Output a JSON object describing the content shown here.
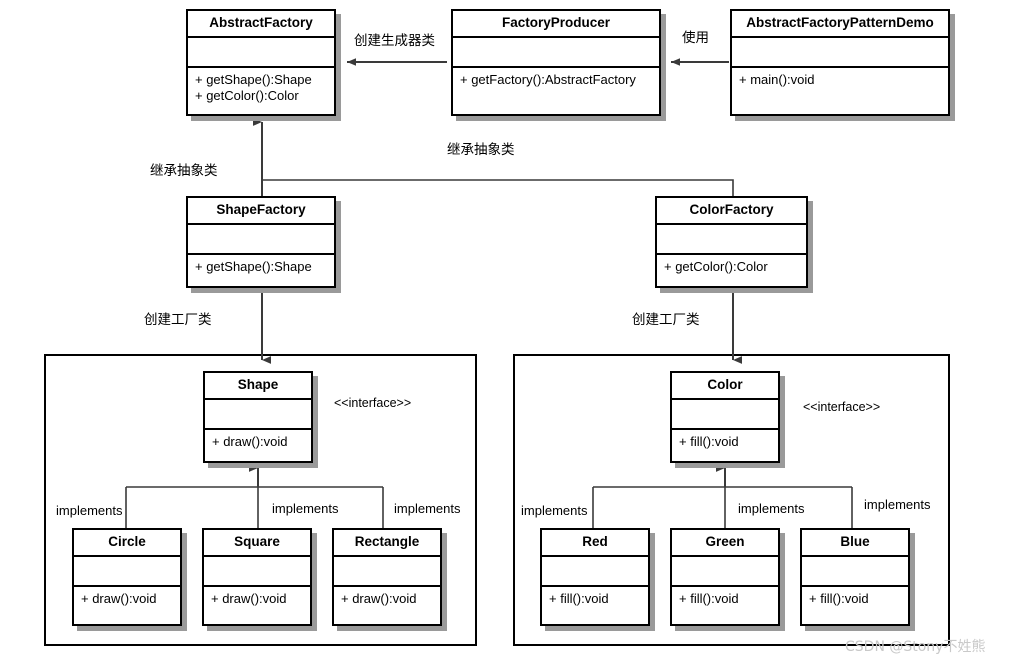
{
  "diagram": {
    "title": "Abstract Factory Pattern UML Class Diagram",
    "colors": {
      "line": "#3a3a3a",
      "box_border": "#000000",
      "shadow": "#9a9a9a",
      "background": "#ffffff",
      "watermark": "#c9c9c9"
    }
  },
  "classes": {
    "abstract_factory": {
      "name": "AbstractFactory",
      "attributes": [],
      "operations": [
        "+ getShape():Shape",
        "+ getColor():Color"
      ]
    },
    "factory_producer": {
      "name": "FactoryProducer",
      "attributes": [],
      "operations": [
        "+ getFactory():AbstractFactory"
      ]
    },
    "demo": {
      "name": "AbstractFactoryPatternDemo",
      "attributes": [],
      "operations": [
        "+ main():void"
      ]
    },
    "shape_factory": {
      "name": "ShapeFactory",
      "attributes": [],
      "operations": [
        "+ getShape():Shape"
      ]
    },
    "color_factory": {
      "name": "ColorFactory",
      "attributes": [],
      "operations": [
        "+ getColor():Color"
      ]
    },
    "shape": {
      "name": "Shape",
      "attributes": [],
      "operations": [
        "+ draw():void"
      ],
      "stereotype": "<<interface>>"
    },
    "color": {
      "name": "Color",
      "attributes": [],
      "operations": [
        "+ fill():void"
      ],
      "stereotype": "<<interface>>"
    },
    "circle": {
      "name": "Circle",
      "attributes": [],
      "operations": [
        "+ draw():void"
      ]
    },
    "square": {
      "name": "Square",
      "attributes": [],
      "operations": [
        "+ draw():void"
      ]
    },
    "rectangle": {
      "name": "Rectangle",
      "attributes": [],
      "operations": [
        "+ draw():void"
      ]
    },
    "red": {
      "name": "Red",
      "attributes": [],
      "operations": [
        "+ fill():void"
      ]
    },
    "green": {
      "name": "Green",
      "attributes": [],
      "operations": [
        "+ fill():void"
      ]
    },
    "blue": {
      "name": "Blue",
      "attributes": [],
      "operations": [
        "+ fill():void"
      ]
    }
  },
  "edge_labels": {
    "create_producer": "创建生成器类",
    "use": "使用",
    "inherit_abstract_left": "继承抽象类",
    "inherit_abstract_right": "继承抽象类",
    "create_factory_left": "创建工厂类",
    "create_factory_right": "创建工厂类",
    "implements_shape_1": "implements",
    "implements_shape_2": "implements",
    "implements_shape_3": "implements",
    "implements_color_1": "implements",
    "implements_color_2": "implements",
    "implements_color_3": "implements"
  },
  "watermark": {
    "text": "CSDN @Stony不姓熊"
  }
}
